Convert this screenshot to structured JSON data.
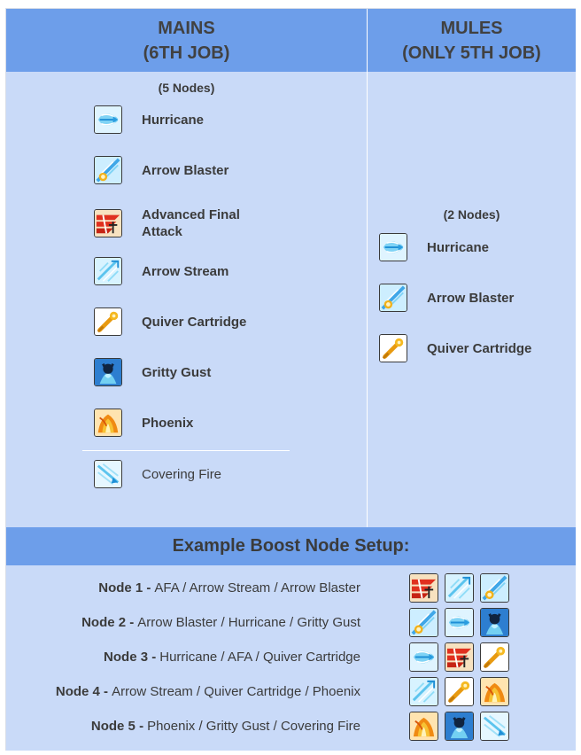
{
  "mains": {
    "title_line1": "MAINS",
    "title_line2": "(6TH JOB)",
    "nodes_label": "(5 Nodes)",
    "skills": [
      {
        "name": "Hurricane",
        "icon": "hurricane-icon"
      },
      {
        "name": "Arrow Blaster",
        "icon": "arrow-blaster-icon"
      },
      {
        "name": "Advanced Final Attack",
        "icon": "advanced-final-attack-icon"
      },
      {
        "name": "Arrow Stream",
        "icon": "arrow-stream-icon"
      },
      {
        "name": "Quiver Cartridge",
        "icon": "quiver-cartridge-icon"
      },
      {
        "name": "Gritty Gust",
        "icon": "gritty-gust-icon"
      },
      {
        "name": "Phoenix",
        "icon": "phoenix-icon"
      }
    ],
    "optional_skill": {
      "name": "Covering Fire",
      "icon": "covering-fire-icon"
    }
  },
  "mules": {
    "title_line1": "MULES",
    "title_line2": "(ONLY 5TH JOB)",
    "nodes_label": "(2 Nodes)",
    "skills": [
      {
        "name": "Hurricane",
        "icon": "hurricane-icon"
      },
      {
        "name": "Arrow Blaster",
        "icon": "arrow-blaster-icon"
      },
      {
        "name": "Quiver Cartridge",
        "icon": "quiver-cartridge-icon"
      }
    ]
  },
  "example": {
    "title": "Example Boost Node Setup:",
    "nodes": [
      {
        "label": "Node 1 -",
        "skills": "AFA / Arrow Stream / Arrow Blaster",
        "icons": [
          "advanced-final-attack-icon",
          "arrow-stream-icon",
          "arrow-blaster-icon"
        ]
      },
      {
        "label": "Node 2 -",
        "skills": "Arrow Blaster / Hurricane / Gritty Gust",
        "icons": [
          "arrow-blaster-icon",
          "hurricane-icon",
          "gritty-gust-icon"
        ]
      },
      {
        "label": "Node 3 -",
        "skills": "Hurricane / AFA / Quiver Cartridge",
        "icons": [
          "hurricane-icon",
          "advanced-final-attack-icon",
          "quiver-cartridge-icon"
        ]
      },
      {
        "label": "Node 4 -",
        "skills": "Arrow Stream / Quiver Cartridge / Phoenix",
        "icons": [
          "arrow-stream-icon",
          "quiver-cartridge-icon",
          "phoenix-icon"
        ]
      },
      {
        "label": "Node 5 -",
        "skills": "Phoenix / Gritty Gust / Covering Fire",
        "icons": [
          "phoenix-icon",
          "gritty-gust-icon",
          "covering-fire-icon"
        ]
      }
    ]
  },
  "colors": {
    "header_blue": "#6d9eea",
    "panel_blue": "#c9daf8",
    "text": "#3b3b3b"
  }
}
